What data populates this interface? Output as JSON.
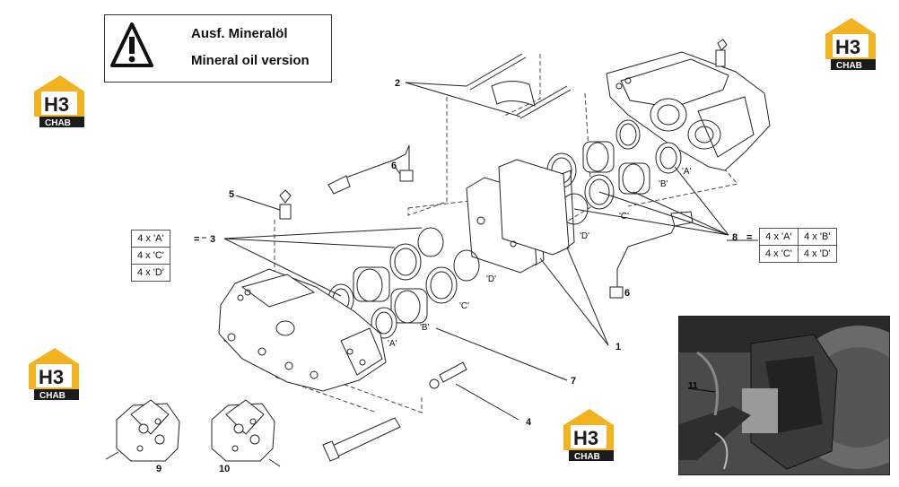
{
  "warning": {
    "line1": "Ausf. Mineralöl",
    "line2": "Mineral oil version"
  },
  "logo": {
    "letters": "H3",
    "brand": "CHAB",
    "accent": "#f2b321",
    "dark": "#1b1b1b"
  },
  "callouts": {
    "c1": "1",
    "c2": "2",
    "c3": "3",
    "c4": "4",
    "c5": "5",
    "c6a": "6",
    "c6b": "6",
    "c7": "7",
    "c8": "8",
    "c9": "9",
    "c10": "10",
    "c11": "11",
    "eq3": "=",
    "eq8": "="
  },
  "seal_labels": {
    "A_left": "'A'",
    "B_left": "'B'",
    "C_left": "'C'",
    "D_left": "'D'",
    "A_right": "'A'",
    "B_right": "'B'",
    "C_right": "'C'",
    "D_right": "'D'"
  },
  "table_left": {
    "rows": [
      "4 x 'A'",
      "4 x 'C'",
      "4 x 'D'"
    ]
  },
  "table_right": {
    "rows": [
      [
        "4 x 'A'",
        "4 x 'B'"
      ],
      [
        "4 x 'C'",
        "4 x 'D'"
      ]
    ]
  }
}
